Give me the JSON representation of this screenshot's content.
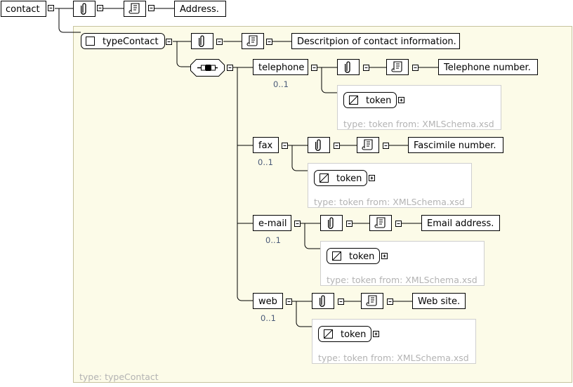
{
  "root": {
    "name": "contact",
    "documentation": "Address.",
    "type_label": "type: typeContact"
  },
  "complex_type": {
    "name": "typeContact",
    "documentation": "Descritpion of contact information."
  },
  "elements": [
    {
      "name": "telephone",
      "occurrence": "0..1",
      "documentation": "Telephone number.",
      "type_name": "token",
      "type_label": "type: token from: XMLSchema.xsd"
    },
    {
      "name": "fax",
      "occurrence": "0..1",
      "documentation": "Fascimile number.",
      "type_name": "token",
      "type_label": "type: token from: XMLSchema.xsd"
    },
    {
      "name": "e-mail",
      "occurrence": "0..1",
      "documentation": "Email address.",
      "type_name": "token",
      "type_label": "type: token from: XMLSchema.xsd"
    },
    {
      "name": "web",
      "occurrence": "0..1",
      "documentation": "Web site.",
      "type_name": "token",
      "type_label": "type: token from: XMLSchema.xsd"
    }
  ],
  "icons": {
    "annotation": "paperclip-icon",
    "documentation": "scroll-icon",
    "complex_type": "square-icon",
    "sequence": "sequence-compositor-icon",
    "simple_type": "triangle-icon",
    "collapse": "minus-box-icon",
    "expand": "plus-box-icon"
  },
  "colors": {
    "container_fill": "#fcfbe8",
    "container_border": "#c7c39e",
    "type_box_border": "#cfcfcf",
    "muted_text": "#b3b3b3",
    "occurrence_text": "#4a5a78",
    "line": "#000000"
  }
}
